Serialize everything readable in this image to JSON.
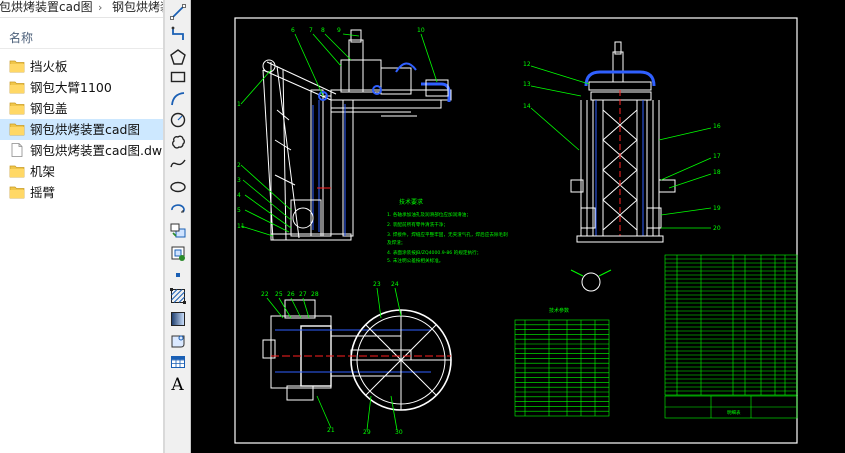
{
  "breadcrumb": {
    "crumbs": [
      "包烘烤装置cad图",
      "钢包烘烤装"
    ],
    "separator": "›"
  },
  "list": {
    "column_header": "名称",
    "files": [
      {
        "name": "挡火板",
        "type": "folder"
      },
      {
        "name": "钢包大臂1100",
        "type": "folder"
      },
      {
        "name": "钢包盖",
        "type": "folder"
      },
      {
        "name": "钢包烘烤装置cad图",
        "type": "folder",
        "selected": true
      },
      {
        "name": "钢包烘烤装置cad图.dwl",
        "type": "file"
      },
      {
        "name": "机架",
        "type": "folder"
      },
      {
        "name": "摇臂",
        "type": "folder"
      }
    ]
  },
  "toolbar": {
    "tools": [
      "line-icon",
      "polyline-icon",
      "polygon-icon",
      "rectangle-icon",
      "arc-icon",
      "circle-icon",
      "revision-cloud-icon",
      "spline-icon",
      "ellipse-icon",
      "ellipse-arc-icon",
      "insert-block-icon",
      "make-block-icon",
      "point-icon",
      "hatch-icon",
      "gradient-icon",
      "region-icon",
      "table-icon",
      "multiline-text-icon"
    ],
    "text_tool_label": "A"
  },
  "drawing": {
    "colors": {
      "frame": "#ffffff",
      "part": "#ffffff",
      "blue": "#3060ff",
      "green": "#00ff00",
      "yellow": "#ffff00",
      "red": "#ff2020"
    },
    "balloons_front": [
      "1",
      "2",
      "3",
      "4",
      "5",
      "6",
      "7",
      "8",
      "9",
      "10",
      "11"
    ],
    "balloons_side": [
      "12",
      "13",
      "14",
      "16",
      "17",
      "18",
      "19",
      "20"
    ],
    "balloons_top": [
      "21",
      "22",
      "23",
      "24",
      "25",
      "26",
      "27",
      "28",
      "29",
      "30"
    ],
    "tech_requirements": {
      "title": "技术要求",
      "lines": [
        "1. 各轴承加油孔及润滑部位应加润滑油；",
        "2. 装配前所有零件清洗干净；",
        "3. 焊接件，焊缝应平整牢固，无夹渣气孔，焊后应去除毛刺",
        "    及焊渣；",
        "4. 表面涂装按JB/ZQ4000.9-86 的规定执行；",
        "5. 未注明公差按相关标准。"
      ]
    },
    "small_table_title": "技术参数",
    "bom_title": "明细表"
  }
}
